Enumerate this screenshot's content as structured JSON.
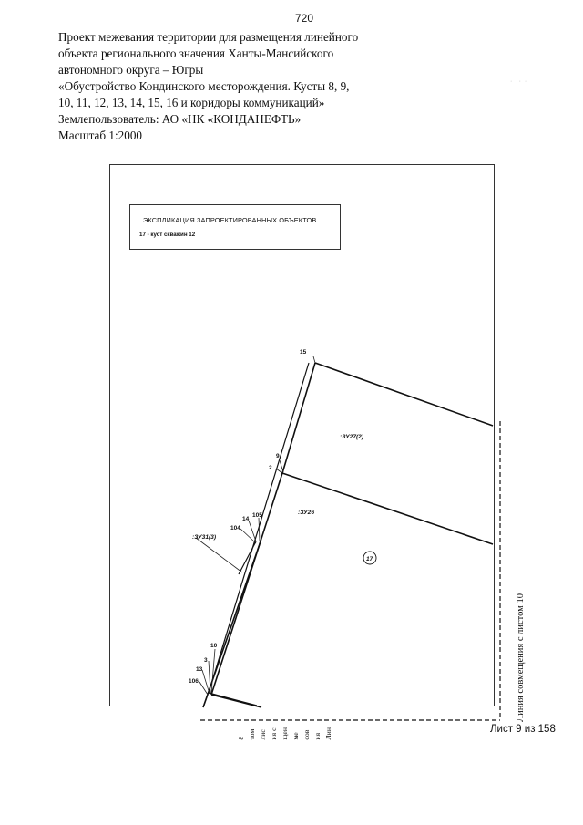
{
  "page_number": "720",
  "header": {
    "lines": [
      "Проект межевания территории для размещения линейного",
      "объекта регионального значения Ханты-Мансийского",
      "автономного округа – Югры",
      "«Обустройство Кондинского месторождения. Кусты 8, 9,",
      "10, 11, 12, 13, 14, 15, 16 и коридоры коммуникаций»",
      "Землепользователь: АО «НК «КОНДАНЕФТЬ»",
      "Масштаб 1:2000"
    ]
  },
  "legend": {
    "title": "ЭКСПЛИКАЦИЯ ЗАПРОЕКТИРОВАННЫХ ОБЪЕКТОВ",
    "item": "17 - куст скважин 12"
  },
  "points": {
    "p15": "15",
    "p9": "9",
    "p2": "2",
    "p105": "105",
    "p14": "14",
    "p104": "104",
    "p10": "10",
    "p3": "3",
    "p13": "13",
    "p106": "106"
  },
  "parcels": {
    "a": ":ЗУ27(2)",
    "b": ":ЗУ26",
    "c": ":ЗУ31(3)"
  },
  "object_marker": "17",
  "match_line_right": "Линия совмещения с листом 10",
  "match_line_bottom": [
    "Лин",
    "ия",
    "сов",
    "ме",
    "щен",
    "ия с",
    "лис",
    "том",
    "8"
  ],
  "sheet_label": "Лист 9 из 158"
}
